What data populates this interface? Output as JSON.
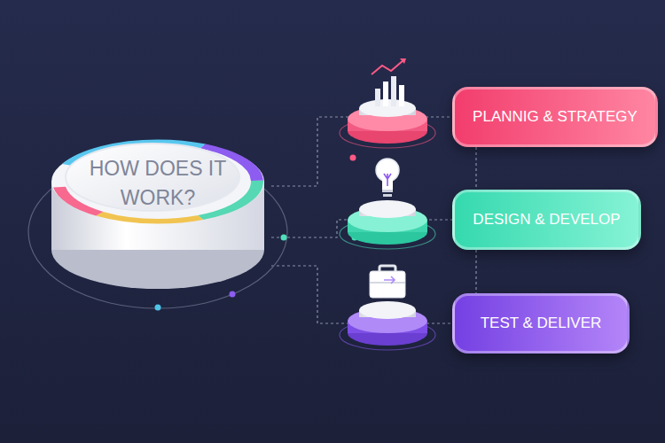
{
  "diagram": {
    "nodes": [
      {
        "text": [
          "HOW DOES IT WORK?"
        ]
      },
      {
        "text": [
          "PLANNIG & STRATEGY"
        ]
      },
      {
        "text": [
          "DESIGN & DEVELOP"
        ]
      },
      {
        "text": [
          "TEST & DELIVER"
        ]
      }
    ],
    "edges": [
      {
        "from": 0,
        "to": 1,
        "arrow": "none"
      },
      {
        "from": 0,
        "to": 2,
        "arrow": "none"
      },
      {
        "from": 0,
        "to": 3,
        "arrow": "none"
      },
      {
        "from": 1,
        "to": 2,
        "arrow": "none"
      },
      {
        "from": 2,
        "to": 3,
        "arrow": "none"
      }
    ]
  }
}
